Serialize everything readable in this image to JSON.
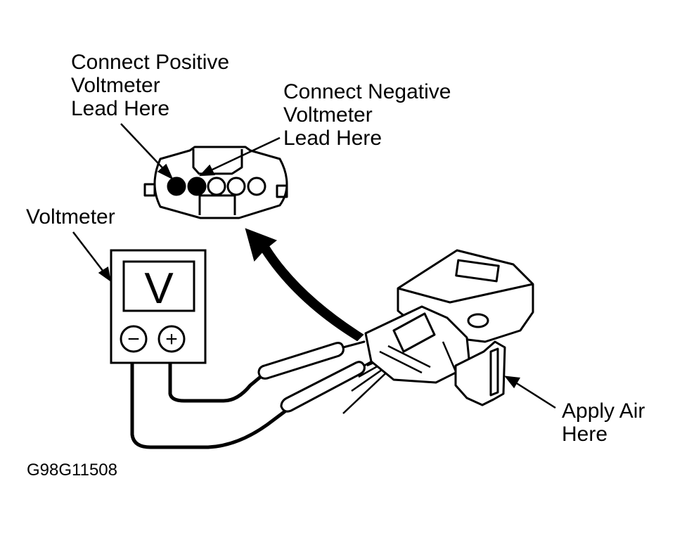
{
  "labels": {
    "positive_lead": [
      "Connect Positive",
      "Voltmeter",
      "Lead Here"
    ],
    "negative_lead": [
      "Connect Negative",
      "Voltmeter",
      "Lead Here"
    ],
    "voltmeter": "Voltmeter",
    "apply_air": [
      "Apply Air",
      "Here"
    ]
  },
  "meter": {
    "display_symbol": "V",
    "negative_terminal_symbol": "−",
    "positive_terminal_symbol": "+"
  },
  "figure_code": "G98G11508",
  "colors": {
    "ink": "#000000",
    "paper": "#ffffff"
  }
}
